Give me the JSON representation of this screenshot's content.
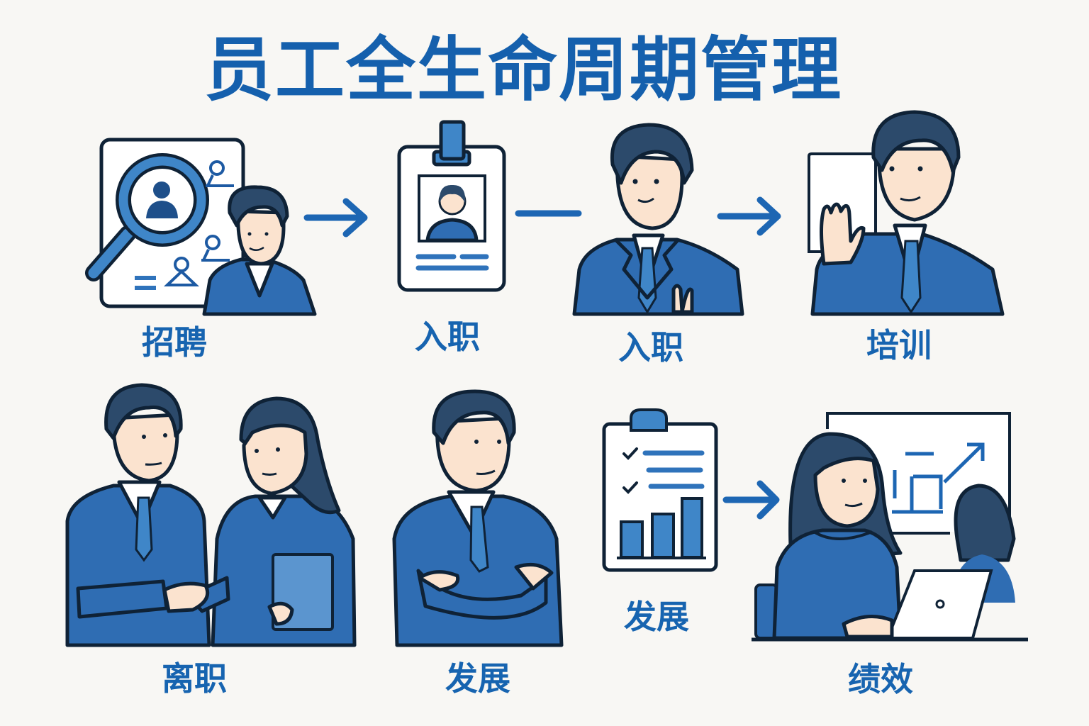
{
  "title": "员工全生命周期管理",
  "colors": {
    "background": "#f8f7f4",
    "title": "#1560ad",
    "label": "#1764b0",
    "suit": "#2f6db3",
    "outline": "#0f2236",
    "hair": "#2c4a6b",
    "skin": "#fbe3cf",
    "accent": "#3f86c8"
  },
  "stages": [
    {
      "id": "recruitment",
      "label": "招聘",
      "icon": "magnifier-resume-icon"
    },
    {
      "id": "onboarding-badge",
      "label": "入职",
      "icon": "id-badge-icon"
    },
    {
      "id": "onboarding-person",
      "label": "入职",
      "icon": "employee-icon"
    },
    {
      "id": "training",
      "label": "培训",
      "icon": "raised-hand-icon"
    },
    {
      "id": "offboarding",
      "label": "离职",
      "icon": "handshake-icon"
    },
    {
      "id": "development-person",
      "label": "发展",
      "icon": "arms-crossed-icon"
    },
    {
      "id": "development-report",
      "label": "发展",
      "icon": "clipboard-chart-icon"
    },
    {
      "id": "performance",
      "label": "绩效",
      "icon": "laptop-presentation-icon"
    }
  ]
}
